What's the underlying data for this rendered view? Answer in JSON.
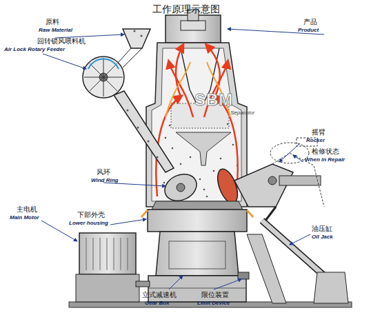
{
  "diagram": {
    "title": "工作原理示意图",
    "labels": [
      "原料",
      "Raw Material",
      "回转锁风喂料机",
      "Air Lock Rotary Feeder",
      "产品",
      "Product",
      "SBM",
      "Separator",
      "摇臂",
      "Rocker",
      "检修状态",
      "When in Repair",
      "风环",
      "Wind Ring",
      "主电机",
      "Main Motor",
      "下部外壳",
      "Lower housing",
      "油压缸",
      "Oil Jack",
      "立式减速机",
      "Gear Box",
      "限位装置",
      "Limit Device"
    ]
  }
}
